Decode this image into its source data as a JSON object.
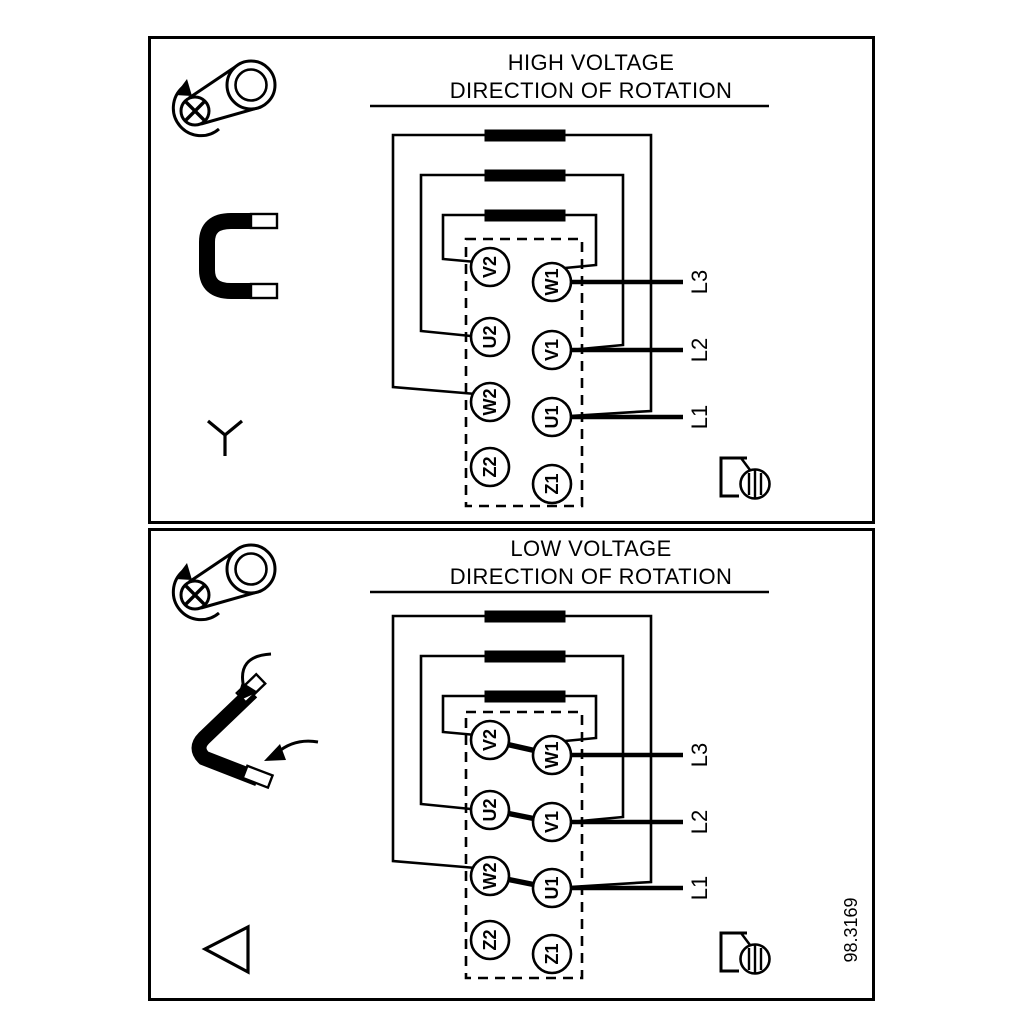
{
  "colors": {
    "line": "#000000",
    "background": "#ffffff"
  },
  "figure_number": "98.3169",
  "panels": [
    {
      "title": "HIGH VOLTAGE",
      "subtitle": "DIRECTION OF ROTATION",
      "connection": "star",
      "terminals": {
        "left": [
          "V2",
          "U2",
          "W2",
          "Z2"
        ],
        "right": [
          "W1",
          "V1",
          "U1",
          "Z1"
        ]
      },
      "phase_labels": [
        "L3",
        "L2",
        "L1"
      ],
      "icons": [
        "screw-rotation-icon",
        "jumper-bracket-icon",
        "star-symbol-icon",
        "ground-icon"
      ]
    },
    {
      "title": "LOW VOLTAGE",
      "subtitle": "DIRECTION OF ROTATION",
      "connection": "delta",
      "terminals": {
        "left": [
          "V2",
          "U2",
          "W2",
          "Z2"
        ],
        "right": [
          "W1",
          "V1",
          "U1",
          "Z1"
        ]
      },
      "phase_labels": [
        "L3",
        "L2",
        "L1"
      ],
      "icons": [
        "screw-rotation-icon",
        "jumper-reposition-icon",
        "delta-symbol-icon",
        "ground-icon"
      ]
    }
  ]
}
